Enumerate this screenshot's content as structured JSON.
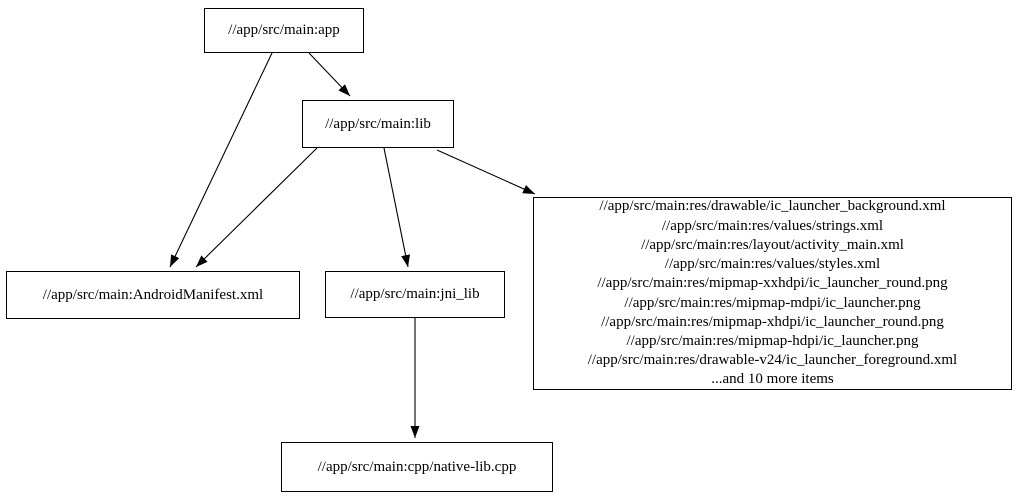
{
  "diagram": {
    "type": "dependency-graph",
    "colors": {
      "background": "#ffffff",
      "node_border": "#000000",
      "text": "#000000",
      "edge": "#000000"
    },
    "nodes": {
      "app": {
        "label": "//app/src/main:app"
      },
      "lib": {
        "label": "//app/src/main:lib"
      },
      "manifest": {
        "label": "//app/src/main:AndroidManifest.xml"
      },
      "jni_lib": {
        "label": "//app/src/main:jni_lib"
      },
      "native_cpp": {
        "label": "//app/src/main:cpp/native-lib.cpp"
      },
      "resources": {
        "lines": [
          "//app/src/main:res/drawable/ic_launcher_background.xml",
          "//app/src/main:res/values/strings.xml",
          "//app/src/main:res/layout/activity_main.xml",
          "//app/src/main:res/values/styles.xml",
          "//app/src/main:res/mipmap-xxhdpi/ic_launcher_round.png",
          "//app/src/main:res/mipmap-mdpi/ic_launcher.png",
          "//app/src/main:res/mipmap-xhdpi/ic_launcher_round.png",
          "//app/src/main:res/mipmap-hdpi/ic_launcher.png",
          "//app/src/main:res/drawable-v24/ic_launcher_foreground.xml",
          "...and 10 more items"
        ]
      }
    },
    "edges": [
      {
        "from": "app",
        "to": "lib"
      },
      {
        "from": "app",
        "to": "manifest"
      },
      {
        "from": "lib",
        "to": "manifest"
      },
      {
        "from": "lib",
        "to": "jni_lib"
      },
      {
        "from": "lib",
        "to": "resources"
      },
      {
        "from": "jni_lib",
        "to": "native_cpp"
      }
    ]
  }
}
